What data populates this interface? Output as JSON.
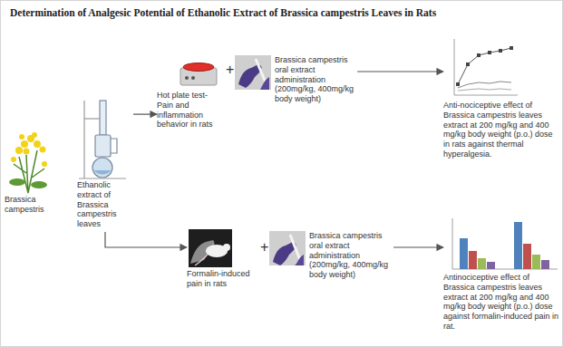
{
  "diagram": {
    "title": "Determination of Analgesic Potential of Ethanolic Extract of Brassica campestris Leaves in Rats",
    "nodes": [
      {
        "text": [
          "Brassica campestris"
        ]
      },
      {
        "text": [
          "Ethanolic extract of Brassica campestris leaves"
        ]
      },
      {
        "text": [
          "Hot plate test- Pain and inflammation behavior in rats"
        ]
      },
      {
        "text": [
          "Brassica campestris oral extract administration (200mg/kg, 400mg/kg body weight)"
        ]
      },
      {
        "text": [
          "Anti-nociceptive effect of Brassica campestris leaves extract at 200 mg/kg and 400 mg/kg body weight (p.o.) dose in rats against thermal hyperalgesia."
        ]
      },
      {
        "text": [
          "Formalin-induced pain in rats"
        ]
      },
      {
        "text": [
          "Brassica campestris oral extract administration (200mg/kg, 400mg/kg body weight)"
        ]
      },
      {
        "text": [
          "Antinociceptive effect of Brassica campestris leaves extract at 200 mg/kg and 400 mg/kg body weight (p.o.) dose against formalin-induced pain in rat."
        ]
      }
    ],
    "edges": [
      {
        "from": 1,
        "to": 2,
        "arrow": "to"
      },
      {
        "from": 1,
        "to": 5,
        "arrow": "to"
      },
      {
        "from": 3,
        "to": 4,
        "arrow": "to"
      },
      {
        "from": 6,
        "to": 7,
        "arrow": "to"
      }
    ],
    "labels": [
      "+",
      "+"
    ]
  }
}
